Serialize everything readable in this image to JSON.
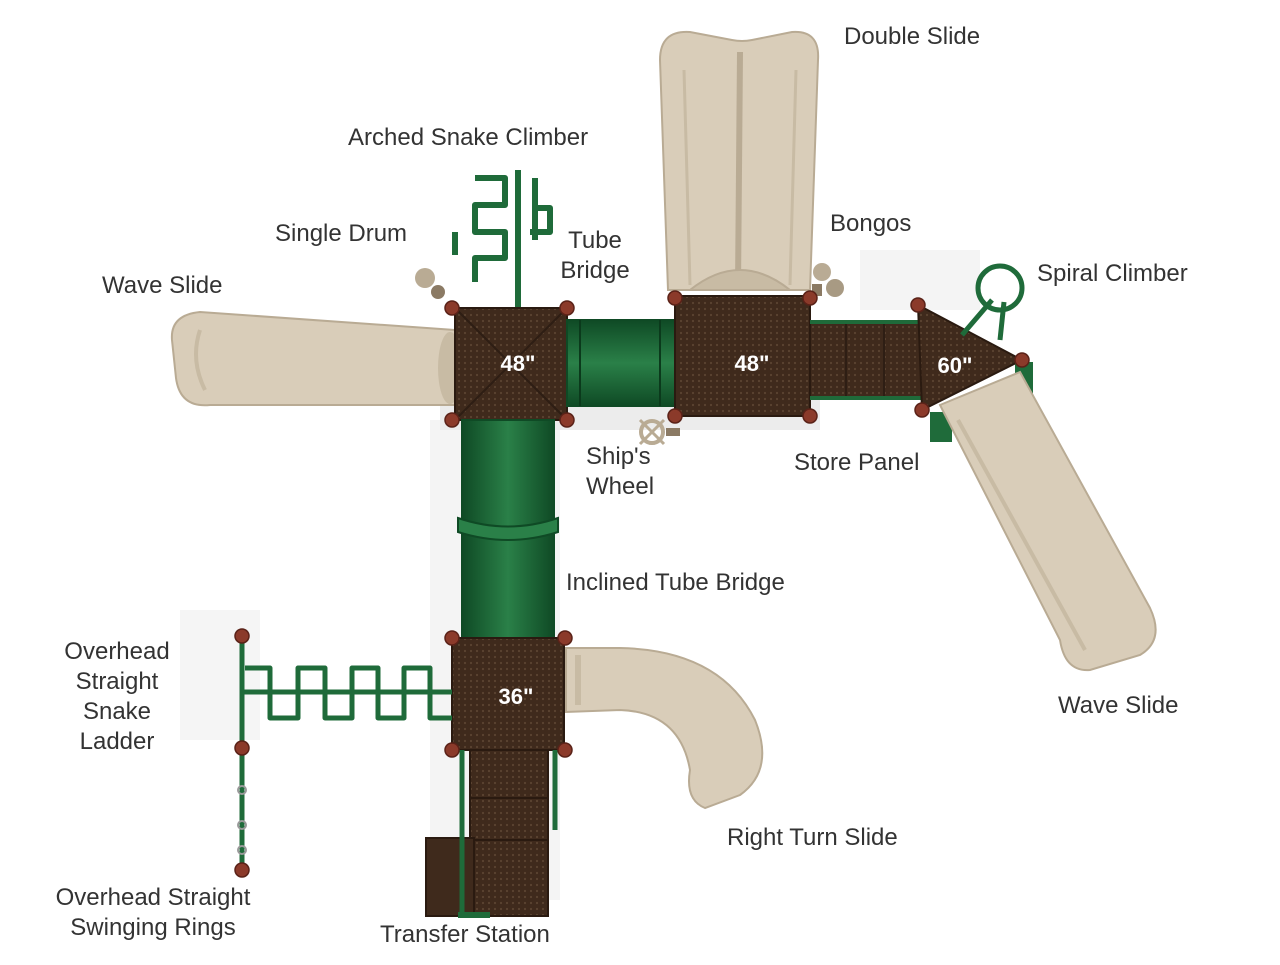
{
  "colors": {
    "deck": "#3f2a1c",
    "deck_dot": "#5b4331",
    "green": "#1f6b3a",
    "green_dark": "#0f4a25",
    "tan": "#d9cdb9",
    "tan_dark": "#b9ab94",
    "post_cap": "#8b3a2a",
    "label_text": "#333333"
  },
  "deck_heights": {
    "deck_a": "48\"",
    "deck_b": "48\"",
    "deck_c": "60\"",
    "deck_d": "36\""
  },
  "labels": {
    "double_slide": "Double Slide",
    "arched_snake_climber": "Arched Snake Climber",
    "single_drum": "Single Drum",
    "tube_bridge_line1": "Tube",
    "tube_bridge_line2": "Bridge",
    "bongos": "Bongos",
    "spiral_climber": "Spiral Climber",
    "wave_slide_left": "Wave Slide",
    "ships_wheel_line1": "Ship's",
    "ships_wheel_line2": "Wheel",
    "store_panel": "Store Panel",
    "inclined_tube_bridge": "Inclined Tube Bridge",
    "overhead_snake_line1": "Overhead",
    "overhead_snake_line2": "Straight",
    "overhead_snake_line3": "Snake",
    "overhead_snake_line4": "Ladder",
    "wave_slide_right": "Wave Slide",
    "right_turn_slide": "Right Turn Slide",
    "swinging_rings_line1": "Overhead Straight",
    "swinging_rings_line2": "Swinging Rings",
    "transfer_station": "Transfer Station"
  }
}
